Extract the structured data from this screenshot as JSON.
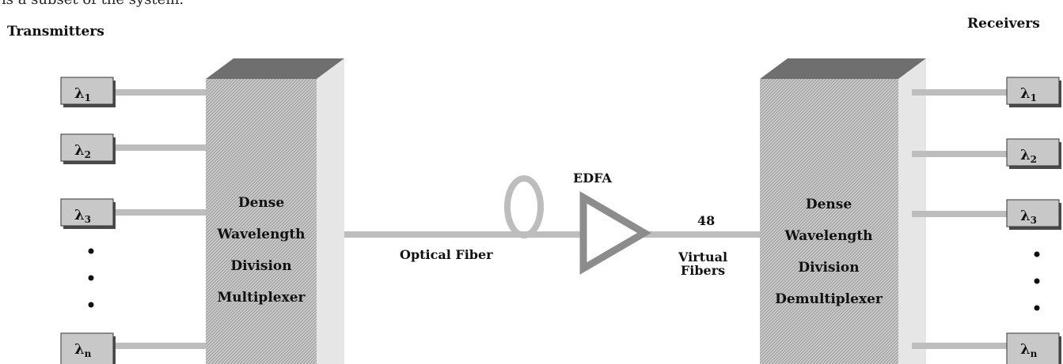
{
  "header_cut_text": "is a subset of the system.",
  "transmitters_label": "Transmitters",
  "receivers_label": "Receivers",
  "mux_label": [
    "Dense",
    "Wavelength",
    "Division",
    "Multiplexer"
  ],
  "demux_label": [
    "Dense",
    "Wavelength",
    "Division",
    "Demultiplexer"
  ],
  "fiber_label": "Optical Fiber",
  "amplifier_label": "EDFA",
  "virtual_count": "48",
  "virtual_label": [
    "Virtual",
    "Fibers"
  ],
  "lambda_symbol": "λ",
  "transmitter_subscripts": [
    "1",
    "2",
    "3",
    "n"
  ],
  "receiver_subscripts": [
    "1",
    "2",
    "3",
    "n"
  ],
  "colors": {
    "box_fill": "#c8c8c8",
    "box_dark": "#7a7a7a",
    "line": "#bdbdbd",
    "amp": "#8c8c8c"
  }
}
